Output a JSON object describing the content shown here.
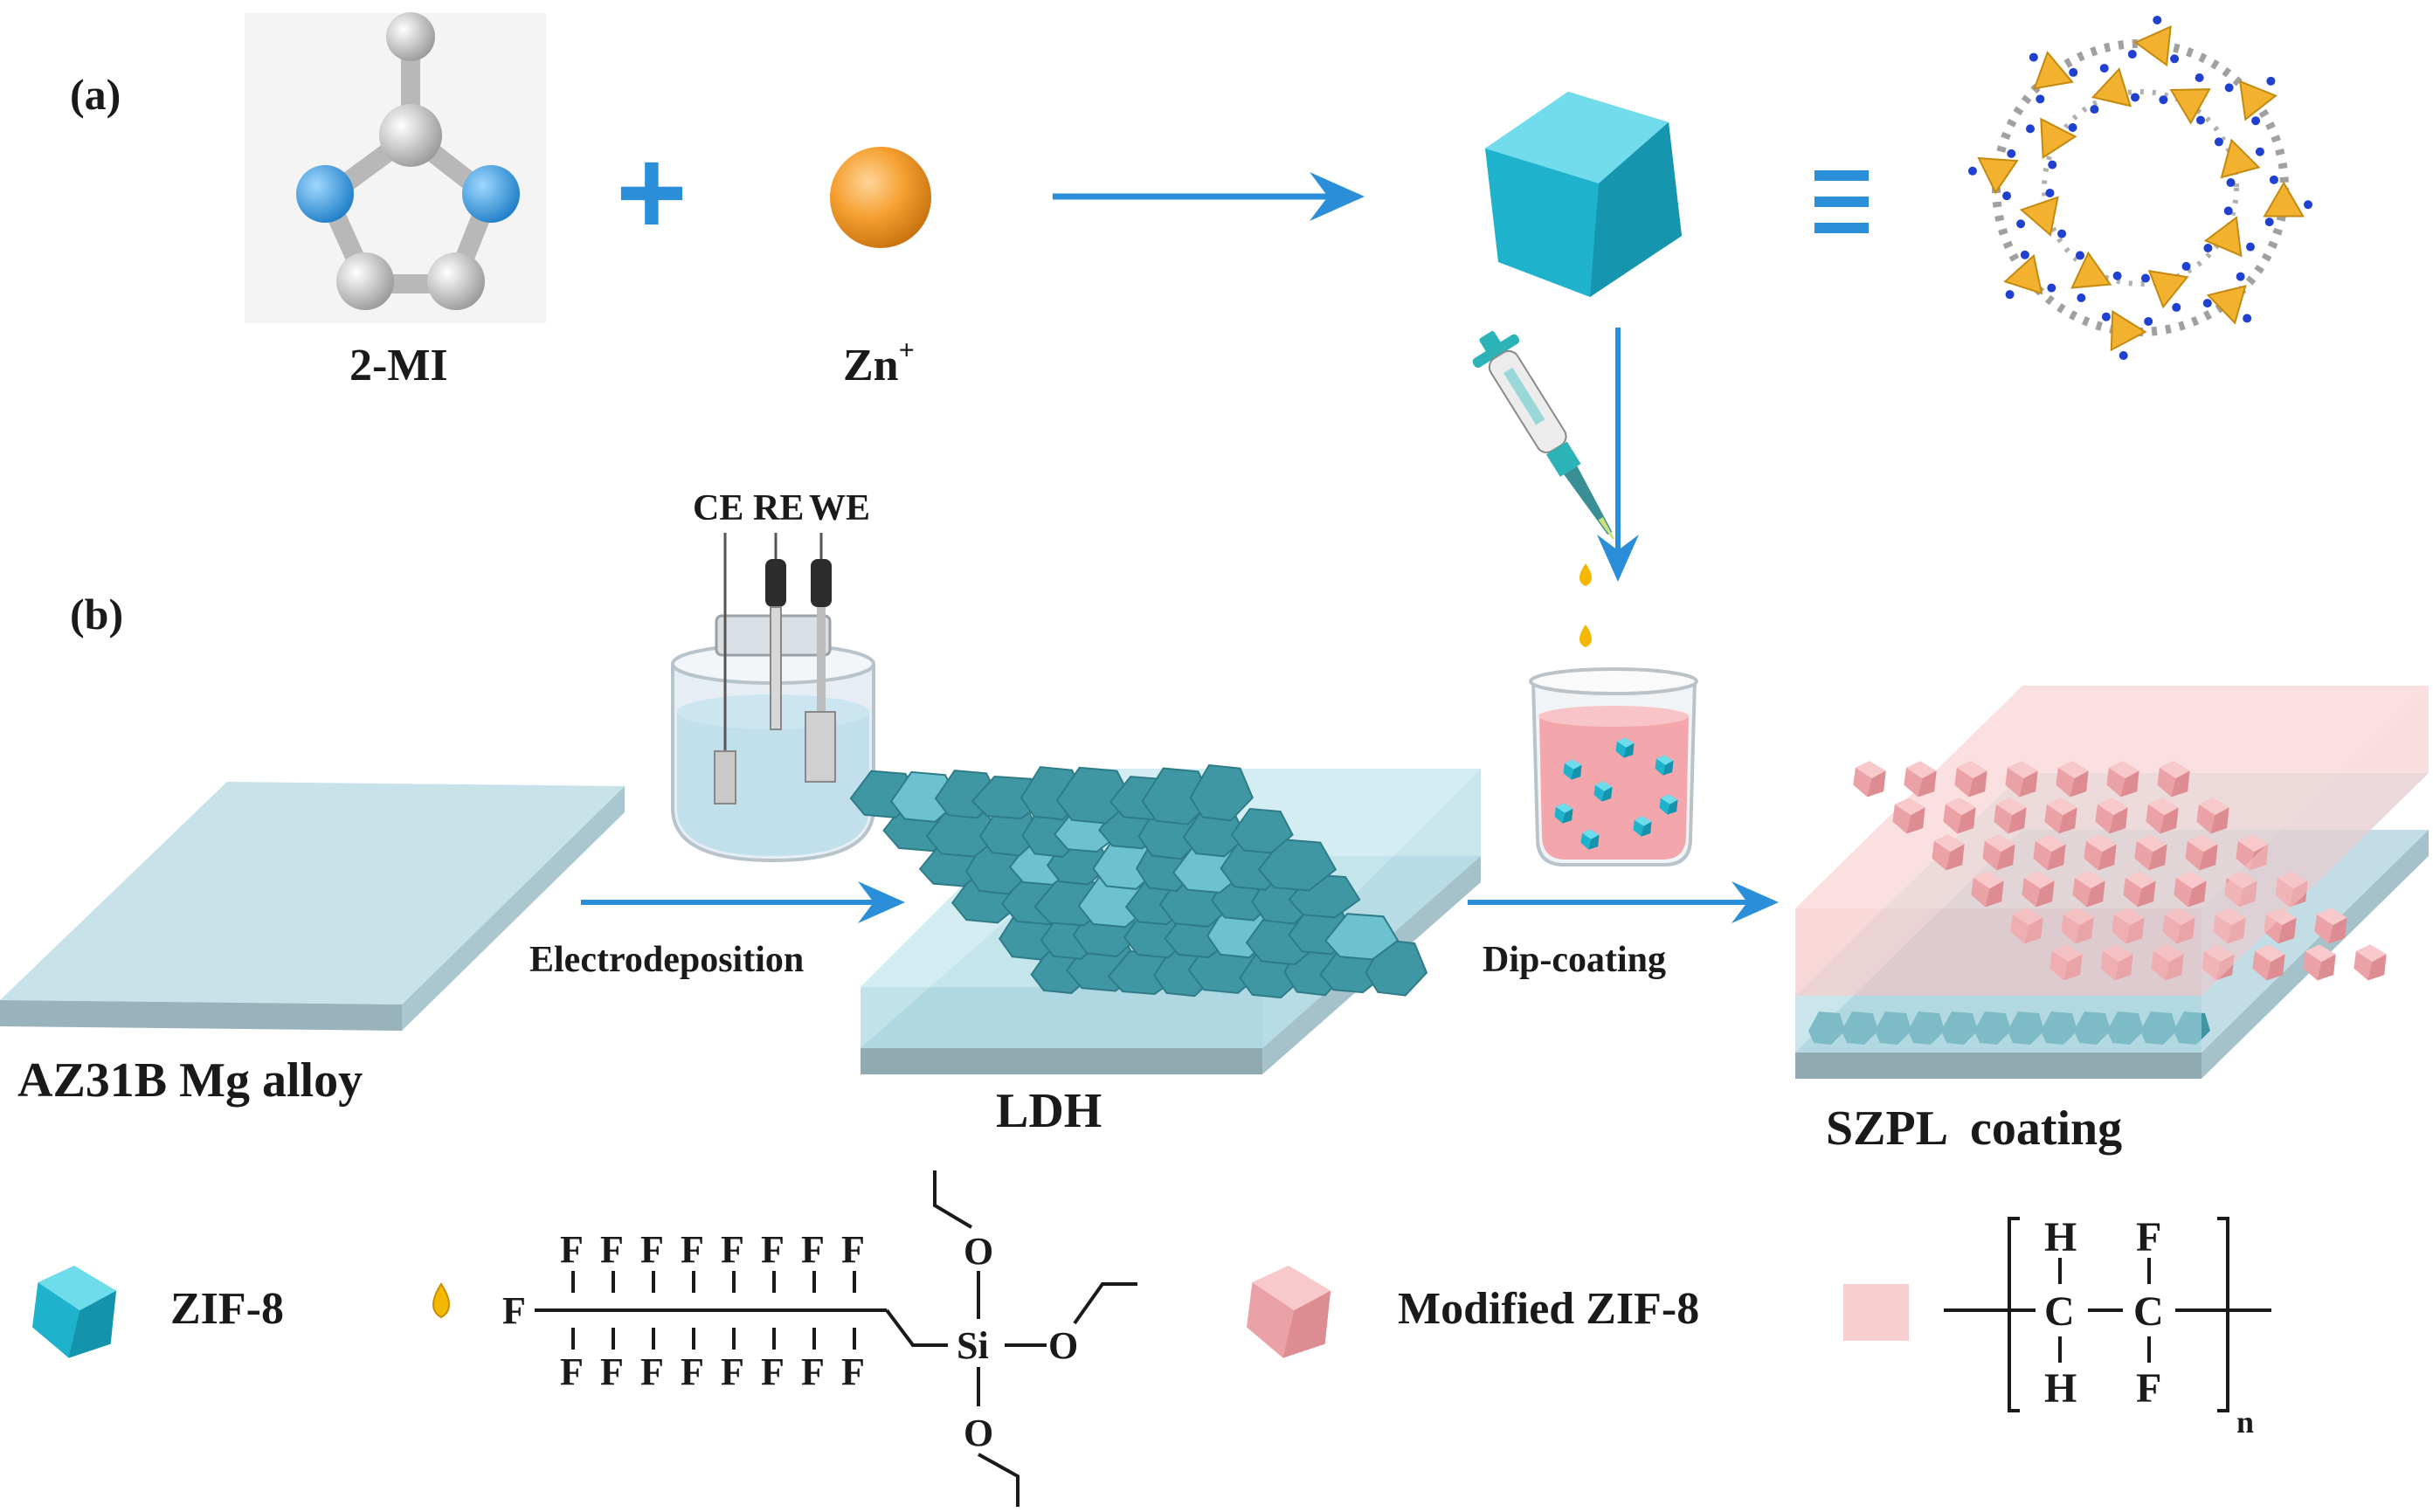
{
  "panels": {
    "a": "(a)",
    "b": "(b)"
  },
  "reactants": {
    "ligand": "2-MI",
    "metal": "Zn",
    "metal_charge": "+",
    "plus": "+",
    "equiv": "≡"
  },
  "electrodes": {
    "ce": "CE",
    "re": "RE",
    "we": "WE"
  },
  "process": {
    "step1": "Electrodeposition",
    "step2": "Dip-coating"
  },
  "stages": {
    "substrate": "AZ31B Mg alloy",
    "ldh": "LDH",
    "final": "SZPL  coating"
  },
  "legend": {
    "zif8": "ZIF-8",
    "modified": "Modified ZIF-8",
    "fas": {
      "f": "F",
      "si": "Si",
      "o": "O"
    },
    "pvdf": {
      "h": "H",
      "c": "C",
      "f": "F",
      "n": "n"
    }
  },
  "colors": {
    "arrow": "#2a8fd8",
    "zif": "#2ebdd6",
    "ldh_crystal": "#3f8f9c",
    "substrate": "#c8e2ea",
    "pink": "#f2b6b8",
    "drop": "#f5b800",
    "zn": "#f5a030"
  }
}
